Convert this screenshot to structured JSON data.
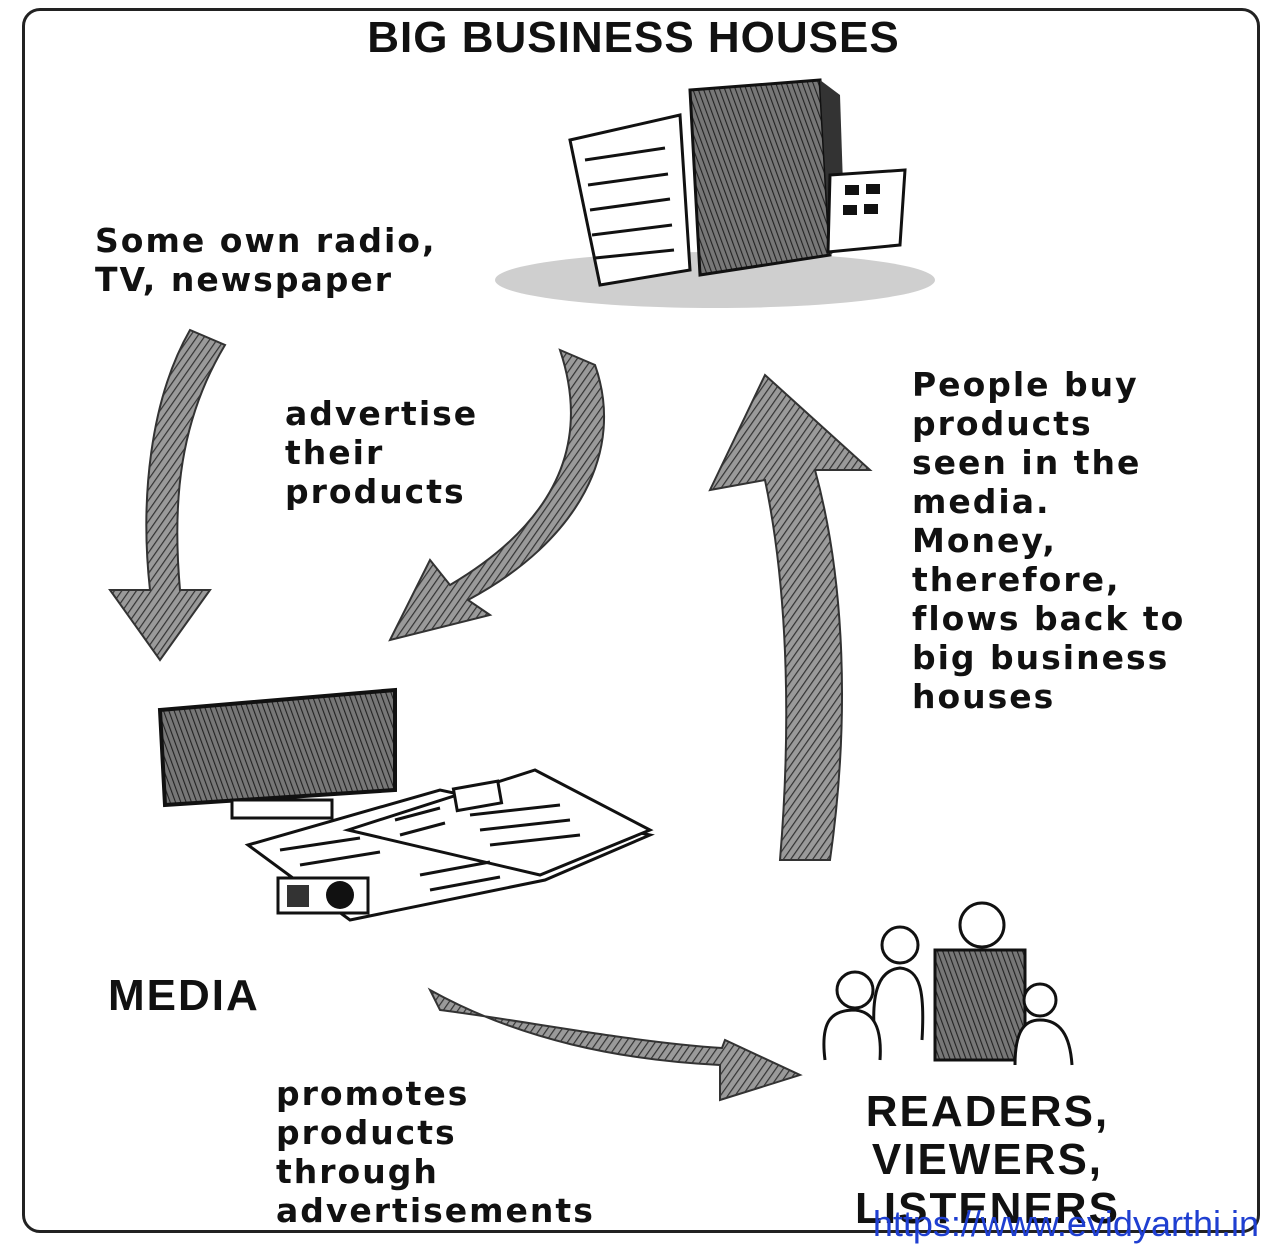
{
  "title": "BIG BUSINESS HOUSES",
  "labels": {
    "ownership": [
      "Some own radio,",
      "TV, newspaper"
    ],
    "advertise": [
      "advertise",
      "their",
      "products"
    ],
    "people_buy": [
      "People buy",
      "products",
      "seen in the",
      "media.",
      "Money,",
      "therefore,",
      "flows back to",
      "big business",
      "houses"
    ],
    "promotes": [
      "promotes",
      "products",
      "through",
      "advertisements"
    ]
  },
  "nodes": {
    "media": "MEDIA",
    "audience": [
      "READERS,",
      "VIEWERS,",
      "LISTENERS"
    ]
  },
  "watermark": "https://www.evidyarthi.in",
  "colors": {
    "ink": "#111111",
    "arrow_fill": "#8a8a8a",
    "link": "#1f3fd1"
  }
}
